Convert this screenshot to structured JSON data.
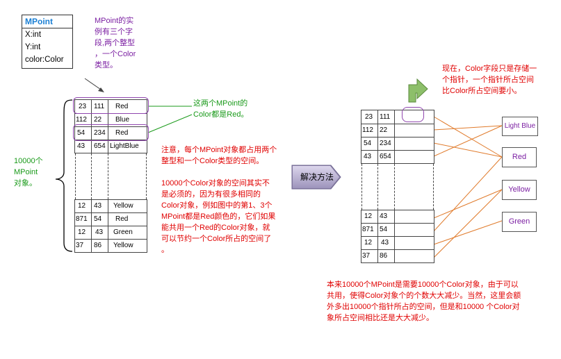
{
  "class_box": {
    "title": "MPoint",
    "fields": [
      "X:int",
      "Y:int",
      "color:Color"
    ]
  },
  "note_instance": [
    "MPoint的实",
    "例有三个字",
    "段,两个整型",
    "，一个Color",
    "类型。"
  ],
  "note_same": [
    "这两个MPoint的",
    "Color都是Red。"
  ],
  "note_count": [
    "10000个",
    "MPoint",
    "对象。"
  ],
  "note_attention": [
    "注意，每个MPoint对象都占用两个",
    "整型和一个Color类型的空间。"
  ],
  "note_unnecessary": [
    "10000个Color对象的空间其实不",
    "是必须的，因为有很多相同的",
    "Color对象，例如图中的第1、3个",
    "MPoint都是Red颜色的，它们如果",
    "能共用一个Red的Color对象，就",
    "可以节约一个Color所占的空间了",
    "。"
  ],
  "solve_label": "解决方法",
  "note_pointer": [
    "现在，Color字段只是存储一",
    "个指针，一个指针所占空间",
    "比Color所占空间要小。"
  ],
  "note_bottom": [
    "本来10000个MPoint是需要10000个Color对象，由于可以",
    "共用，使得Color对象个的个数大大减少。当然，这里会额",
    "外多出10000个指针所占的空间，但是和10000 个Color对",
    "象所占空间相比还是大大减少。"
  ],
  "left_rows_top": [
    {
      "x": "23",
      "y": "111",
      "c": "Red"
    },
    {
      "x": "112",
      "y": "22",
      "c": "Blue"
    },
    {
      "x": "54",
      "y": "234",
      "c": "Red"
    },
    {
      "x": "43",
      "y": "654",
      "c": "LightBlue"
    }
  ],
  "left_rows_bottom": [
    {
      "x": "12",
      "y": "43",
      "c": "Yellow"
    },
    {
      "x": "871",
      "y": "54",
      "c": "Red"
    },
    {
      "x": "12",
      "y": "43",
      "c": "Green"
    },
    {
      "x": "37",
      "y": "86",
      "c": "Yellow"
    }
  ],
  "right_rows_top": [
    {
      "x": "23",
      "y": "111"
    },
    {
      "x": "112",
      "y": "22"
    },
    {
      "x": "54",
      "y": "234"
    },
    {
      "x": "43",
      "y": "654"
    }
  ],
  "right_rows_bottom": [
    {
      "x": "12",
      "y": "43"
    },
    {
      "x": "871",
      "y": "54"
    },
    {
      "x": "12",
      "y": "43"
    },
    {
      "x": "37",
      "y": "86"
    }
  ],
  "color_objects": [
    "Light Blue",
    "Red",
    "Yellow",
    "Green"
  ],
  "colors": {
    "purple": "#7b1fa2",
    "red": "#e00000",
    "green": "#1a9a1a",
    "link": "#e07a2a",
    "class_title": "#1a7fd4"
  }
}
